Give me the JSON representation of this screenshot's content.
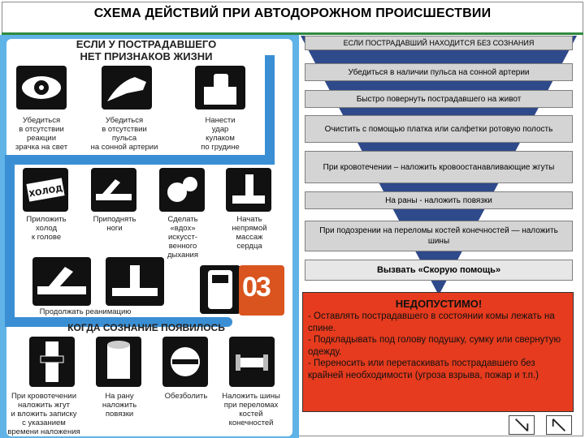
{
  "title": "СХЕМА ДЕЙСТВИЙ ПРИ АВТОДОРОЖНОМ ПРОИСШЕСТВИИ",
  "poster": {
    "heading_no_signs": "ЕСЛИ У ПОСТРАДАВШЕГО\nНЕТ ПРИЗНАКОВ ЖИЗНИ",
    "heading_conscious": "КОГДА СОЗНАНИЕ ПОЯВИЛОСЬ",
    "badge": "03",
    "steps": [
      {
        "label": "Убедиться\nв отсутствии\nреакции\nзрачка на свет",
        "icon": "eye-icon"
      },
      {
        "label": "Убедиться\nв отсутствии\nпульса\nна сонной артерии",
        "icon": "pulse-check-icon"
      },
      {
        "label": "Нанести\nудар\nкулаком\nпо грудине",
        "icon": "fist-icon"
      },
      {
        "label": "Приложить\nхолод\nк голове",
        "icon": "cold-pack-icon"
      },
      {
        "label": "Приподнять\nноги",
        "icon": "raise-legs-icon"
      },
      {
        "label": "Сделать\n«вдох»\nискусст-\nвенного\nдыхания",
        "icon": "rescue-breath-icon"
      },
      {
        "label": "Начать\nнепрямой\nмассаж\nсердца",
        "icon": "cpr-icon"
      },
      {
        "label": "Продолжать реанимацию",
        "icon": "continue-cpr-icon"
      },
      {
        "label": "",
        "icon": "cpr-compress-icon"
      },
      {
        "label": "",
        "icon": "phone-icon"
      },
      {
        "label": "При кровотечении\nналожить жгут\nи вложить записку\nс указанием\nвремени наложения",
        "icon": "tourniquet-icon"
      },
      {
        "label": "На рану\nналожить\nповязки",
        "icon": "bandage-icon"
      },
      {
        "label": "Обезболить",
        "icon": "pill-icon"
      },
      {
        "label": "Наложить шины\nпри переломах\nкостей\nконечностей",
        "icon": "splint-icon"
      }
    ],
    "cold_text": "ХОЛОД"
  },
  "flow": {
    "header": "ЕСЛИ ПОСТРАДАВШИЙ НАХОДИТСЯ БЕЗ СОЗНАНИЯ",
    "steps": [
      "Убедиться в наличии пульса на сонной артерии",
      "Быстро повернуть пострадавшего на живот",
      "Очистить с помощью платка или салфетки ротовую полость",
      "При кровотечении – наложить кровоостанавливающие жгуты",
      "На раны - наложить повязки",
      "При подозрении на переломы костей конечностей — наложить шины"
    ],
    "call": "Вызвать «Скорую помощь»"
  },
  "warning": {
    "title": "НЕДОПУСТИМО!",
    "text": "- Оставлять пострадавшего в состоянии комы лежать на спине.\n- Подкладывать под голову подушку, сумку или свернутую одежду.\n- Переносить или перетаскивать пострадавшего без крайней необходимости (угроза взрыва, пожар и т.п.)"
  },
  "colors": {
    "poster_bg": "#5fb3e6",
    "path": "#3a8fd4",
    "triangle": "#2f4a8a",
    "warning": "#e63b1e",
    "badge": "#d9541e"
  }
}
